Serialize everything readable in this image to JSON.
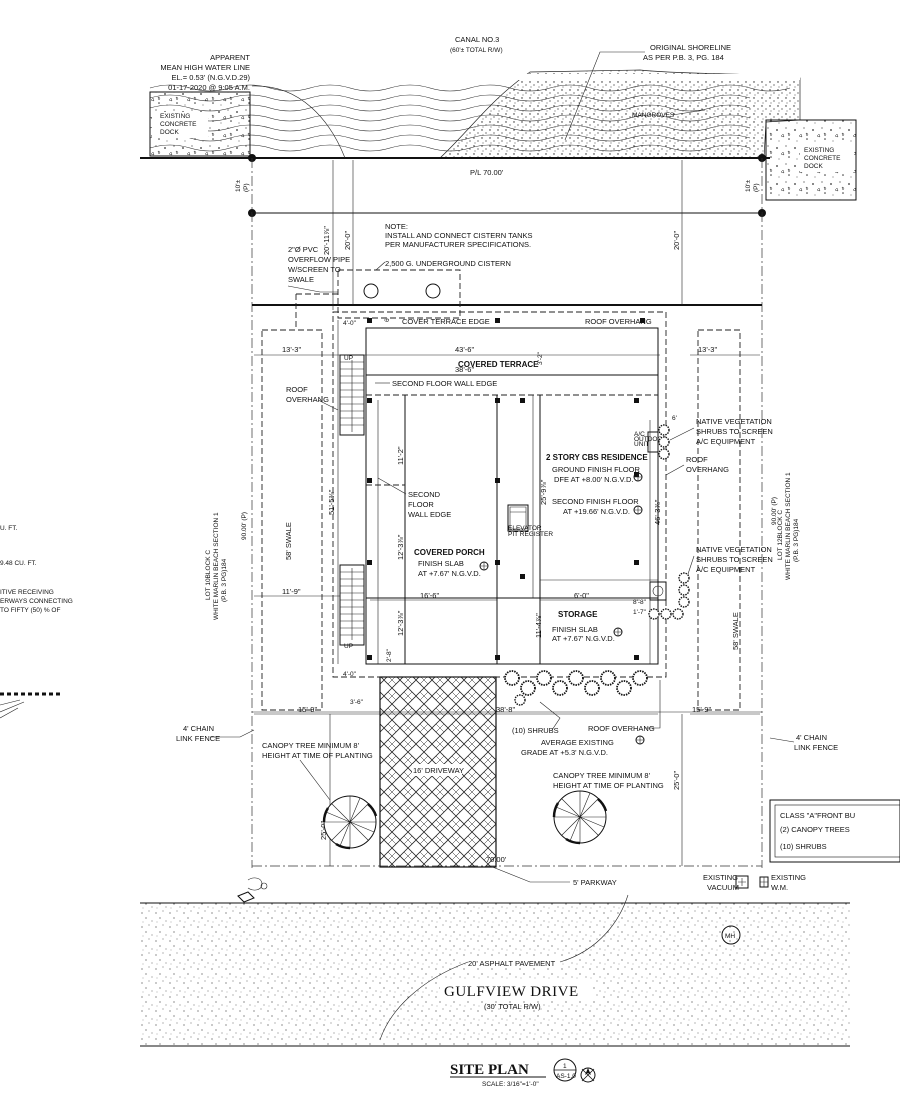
{
  "sheet": {
    "title": "SITE PLAN",
    "scale": "SCALE: 3/16\"=1'-0\"",
    "detail_number": "1",
    "sheet_number": "AS-1.0"
  },
  "water": {
    "canal_name": "CANAL NO.3",
    "canal_width": "(60'± TOTAL R/W)",
    "mean_high_water": [
      "APPARENT",
      "MEAN HIGH WATER LINE",
      "EL.= 0.53' (N.G.V.D.29)",
      "01-17-2020 @ 9:05 A.M."
    ],
    "shoreline": [
      "ORIGINAL SHORELINE",
      "AS PER P.B. 3, PG. 184"
    ],
    "mangroves": "MANGROVES",
    "seawall_left": [
      "EXISTING",
      "CONCRETE",
      "DOCK"
    ],
    "seawall_right": [
      "EXISTING",
      "CONCRETE",
      "DOCK"
    ]
  },
  "property": {
    "pl_rear": "P/L 70.00'",
    "pl_front": "70.00'",
    "depth_left": "90.00' (P)",
    "depth_right": "90.00' (P)",
    "rear_corner_left": "10'±",
    "rear_corner_left_p": "(P)",
    "rear_corner_right": "10'±",
    "rear_corner_right_p": "(P)",
    "lot_left": [
      "LOT 10BLOCK C",
      "WHITE MARLIN BEACH SECTION 1",
      "(P.B. 3 PG)184"
    ],
    "lot_right": [
      "LOT 12BLOCK C",
      "WHITE MARLIN BEACH SECTION 1",
      "(P.B. 3 PG)184"
    ]
  },
  "notes": {
    "cistern_note": [
      "NOTE:",
      "INSTALL AND CONNECT CISTERN TANKS",
      "PER MANUFACTURER SPECIFICATIONS."
    ],
    "cistern": "2,500 G. UNDERGROUND CISTERN",
    "overflow_pipe": [
      "2\"Ø PVC",
      "OVERFLOW PIPE",
      "W/SCREEN TO",
      "SWALE"
    ],
    "left_edge_fragments": [
      "U. FT.",
      "9.48 CU. FT.",
      "ITIVE RECEIVING",
      "ERWAYS CONNECTING",
      "TO FIFTY (50) % OF"
    ]
  },
  "building": {
    "cover_terrace_edge": "COVER TERRACE EDGE",
    "roof_overhang_top": "ROOF OVERHANG",
    "covered_terrace": "COVERED TERRACE",
    "second_floor_wall_edge": "SECOND FLOOR WALL EDGE",
    "roof_overhang_left": [
      "ROOF",
      "OVERHANG"
    ],
    "roof_overhang_right": [
      "ROOF",
      "OVERHANG"
    ],
    "residence": "2 STORY CBS RESIDENCE",
    "ground_floor": [
      "GROUND FINISH FLOOR",
      "DFE AT +8.00' N.G.V.D."
    ],
    "second_floor": [
      "SECOND FINISH FLOOR",
      "AT +19.66' N.G.V.D."
    ],
    "second_floor_wall": [
      "SECOND",
      "FLOOR",
      "WALL EDGE"
    ],
    "covered_porch": "COVERED PORCH",
    "porch_slab": [
      "FINISH SLAB",
      "AT +7.67' N.G.V.D."
    ],
    "storage": "STORAGE",
    "storage_slab": [
      "FINISH SLAB",
      "AT +7.67' N.G.V.D."
    ],
    "elevator": [
      "ELEVATOR",
      "PIT REGISTER"
    ],
    "ac_unit": [
      "A/C",
      "OUTDOOR",
      "UNIT"
    ],
    "roof_overhang_front": "ROOF OVERHANG",
    "up1": "UP",
    "up2": "UP"
  },
  "dimensions": {
    "rear_setback": "20'-0\"",
    "rear_setback_left": "20'-0\"",
    "rear_setback_left2": "20'-11⅞\"",
    "terrace_width": "43'-6\"",
    "terrace_inner": "38'-6\"",
    "side_left_top": "13'-3\"",
    "side_right_top": "13'-3\"",
    "side_left_mid": "11'-9\"",
    "side_left_bot": "15'-9\"",
    "side_right_bot": "15'-9\"",
    "overall_depth": "51'-5⅜\"",
    "residence_depth": "25'-9⅞\"",
    "right_depth": "46'-3⅞\"",
    "wall_1": "11'-2\"",
    "wall_2": "12'-3⅞\"",
    "wall_3": "12'-3⅞\"",
    "porch_width": "16'-6\"",
    "storage_width": "6'-0\"",
    "storage_depth": "11'-4⅞\"",
    "front_building": "38'-8\"",
    "front_setback": "25'-0\"",
    "front_setback_right": "25'-0\"",
    "small_a": "4'-0\"",
    "small_b": "4'-0\"",
    "small_c": "3'-6\"",
    "small_d": "2'-8\"",
    "small_e": "6'",
    "small_f": "6'",
    "small_g": "3'-2\"",
    "small_h": "8'-8\"",
    "small_i": "1'-7\""
  },
  "landscape": {
    "swale_left": "58' SWALE",
    "swale_right": "58' SWALE",
    "native_veg_top": [
      "NATIVE VEGETATION",
      "SHRUBS TO SCREEN",
      "A/C EQUIPMENT"
    ],
    "native_veg_bottom": [
      "NATIVE VEGETATION",
      "SHRUBS TO SCREEN",
      "A/C EQUIPMENT"
    ],
    "shrubs": "(10) SHRUBS",
    "avg_grade": [
      "AVERAGE EXISTING",
      "GRADE AT +5.3' N.G.V.D."
    ],
    "fence_left": [
      "4' CHAIN",
      "LINK FENCE"
    ],
    "fence_right": [
      "4' CHAIN",
      "LINK FENCE"
    ],
    "canopy_left": [
      "CANOPY TREE MINIMUM 8'",
      "HEIGHT AT TIME OF PLANTING"
    ],
    "canopy_right": [
      "CANOPY TREE MINIMUM 8'",
      "HEIGHT AT TIME OF PLANTING"
    ],
    "driveway": "16' DRIVEWAY",
    "parkway": "5' PARKWAY"
  },
  "legend": {
    "title": "CLASS \"A\"FRONT BU",
    "items": [
      "(2) CANOPY TREES",
      "(10) SHRUBS"
    ]
  },
  "utilities": {
    "vacuum": [
      "EXISTING",
      "VACUUM"
    ],
    "water_meter": [
      "EXISTING",
      "W.M."
    ],
    "manhole": "MH"
  },
  "street": {
    "pavement": "20' ASPHALT  PAVEMENT",
    "name": "GULFVIEW DRIVE",
    "row": "(30' TOTAL R/W)"
  }
}
